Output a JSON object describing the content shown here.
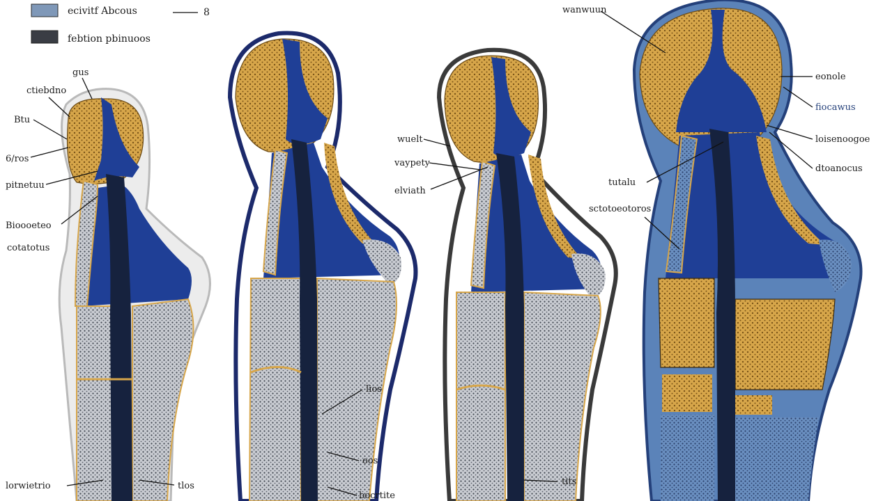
{
  "legend": {
    "items": [
      {
        "text": "ecivitf Abcous",
        "swatch_color": "#7f98b8"
      },
      {
        "text": "febtion pbinuoos",
        "swatch_color": "#3a3d44"
      }
    ],
    "marker": "8"
  },
  "colors": {
    "deep_blue": "#1f3f96",
    "navy_outline": "#1c2a6b",
    "dark_core": "#16223e",
    "gold": "#d7a64a",
    "grey_tissue": "#c9ccd2",
    "steel_blue": "#5b83b9",
    "light_outline": "#d7d7d7",
    "dark_outline": "#3a3a3a"
  },
  "figure1": {
    "labels": {
      "top": "gus",
      "l1": "ctiebdno",
      "l2": "Btu",
      "l3": "6/ros",
      "l4": "pitnetuu",
      "l5": "Bioooeteo",
      "l6": "cotatotus",
      "bottom_left": "lorwietrio",
      "bottom_right": "tlos"
    }
  },
  "figure2": {
    "labels": {
      "right1": "lios",
      "right2": "oos",
      "bottom": "bocrtite"
    }
  },
  "figure3": {
    "labels": {
      "l1": "wuelt",
      "l2": "vaypety",
      "l3": "elviath",
      "bottom": "tits"
    }
  },
  "figure4": {
    "labels": {
      "top": "wanwuun",
      "r1": "eonole",
      "r2": "fiocawus",
      "r3": "loisenoogoe",
      "r4": "dtoanocus",
      "m1": "tutalu",
      "m2": "sctotoeotoros"
    }
  }
}
